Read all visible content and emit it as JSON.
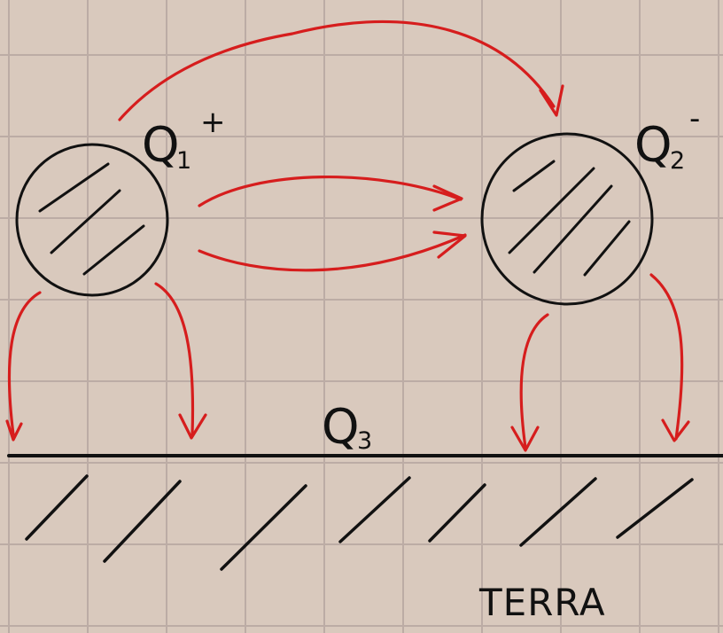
{
  "diagram": {
    "charges": [
      {
        "name": "Q1",
        "letter": "Q",
        "subscript": "1",
        "sign": "+"
      },
      {
        "name": "Q2",
        "letter": "Q",
        "subscript": "2",
        "sign": "-"
      }
    ],
    "ground_charge": {
      "name": "Q3",
      "letter": "Q",
      "subscript": "3"
    },
    "ground_label": "TERRA",
    "colors": {
      "paper": "#d9c9bd",
      "grid": "#b9a9a3",
      "ink": "#111111",
      "field_lines": "#d61d1d"
    }
  }
}
